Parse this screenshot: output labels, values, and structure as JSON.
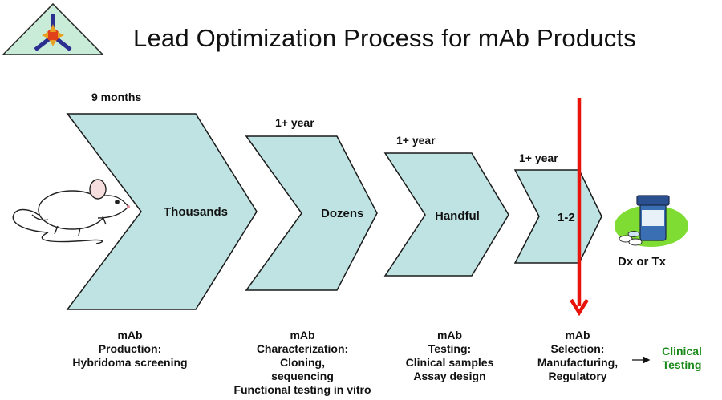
{
  "title": "Lead Optimization Process for mAb Products",
  "colors": {
    "chevron_fill": "#bfe3e3",
    "chevron_stroke": "#1a1a1a",
    "red_marker": "#e8140c",
    "green_text": "#1a8a1a"
  },
  "icons": {
    "logo": "triangle-logo-icon",
    "animal": "mouse-icon",
    "product": "pill-bottle-icon"
  },
  "chevrons": [
    {
      "duration": "9 months",
      "count": "Thousands"
    },
    {
      "duration": "1+ year",
      "count": "Dozens"
    },
    {
      "duration": "1+ year",
      "count": "Handful"
    },
    {
      "duration": "1+ year",
      "count": "1-2"
    }
  ],
  "stages": [
    {
      "prefix": "mAb",
      "name": "Production:",
      "lines": [
        "Hybridoma screening"
      ]
    },
    {
      "prefix": "mAb",
      "name": "Characterization:",
      "lines": [
        "Cloning,",
        "sequencing",
        "Functional testing in vitro"
      ]
    },
    {
      "prefix": "mAb",
      "name": "Testing:",
      "lines": [
        "Clinical samples",
        "Assay design"
      ]
    },
    {
      "prefix": "mAb",
      "name": "Selection:",
      "lines": [
        "Manufacturing,",
        "Regulatory"
      ]
    }
  ],
  "outcome": "Dx or Tx",
  "next_step": {
    "line1": "Clinical",
    "line2": "Testing"
  }
}
